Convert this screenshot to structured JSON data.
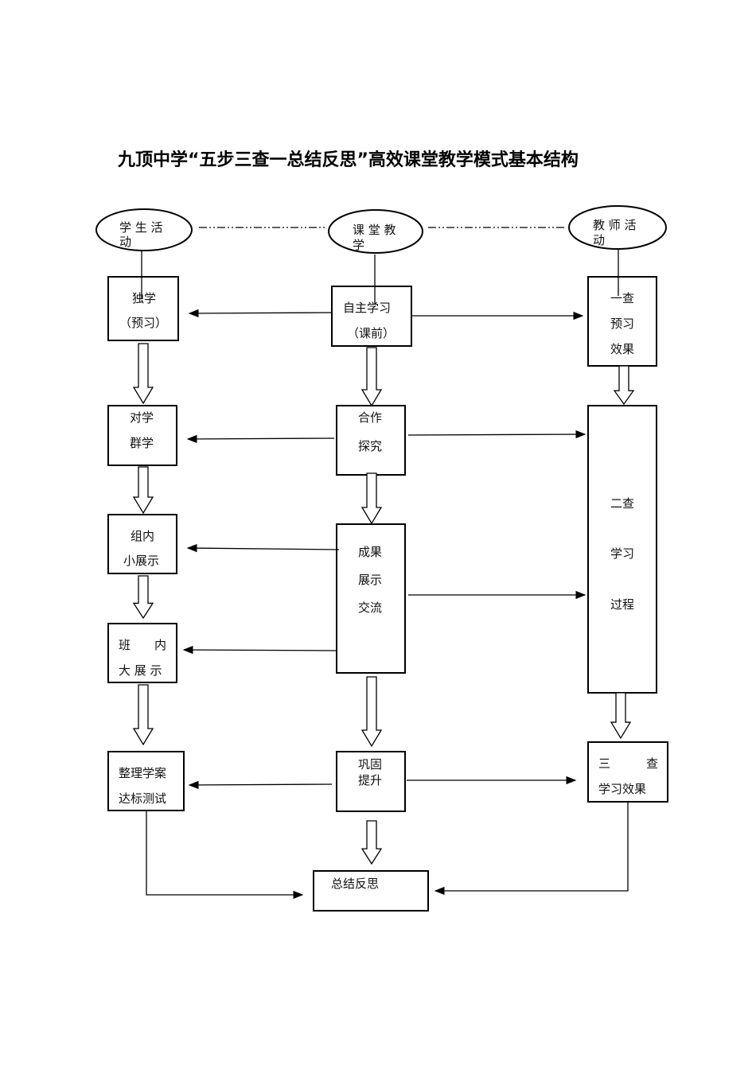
{
  "title": "九顶中学“五步三查一总结反思”高效课堂教学模式基本结构",
  "headers": {
    "student": [
      "学 生 活",
      "动"
    ],
    "class": [
      "课 堂 教",
      "学"
    ],
    "teacher": [
      "教 师 活",
      "动"
    ]
  },
  "student_steps": [
    [
      "独学",
      "（预习）"
    ],
    [
      "对学",
      "群学"
    ],
    [
      "组内",
      "小展示"
    ],
    [
      "班　　内",
      "大 展 示"
    ],
    [
      "整理学案",
      "达标测试"
    ]
  ],
  "class_steps": [
    [
      "自主学习",
      "（课前）"
    ],
    [
      "合作",
      "探究"
    ],
    [
      "成果",
      "展示",
      "交流"
    ],
    [
      "巩固",
      "提升"
    ],
    [
      "总结反思"
    ]
  ],
  "teacher_steps": [
    [
      "一查",
      "预习",
      "效果"
    ],
    [
      "二查",
      "学习",
      "过程"
    ],
    [
      "三　　　查",
      "学习效果"
    ]
  ]
}
